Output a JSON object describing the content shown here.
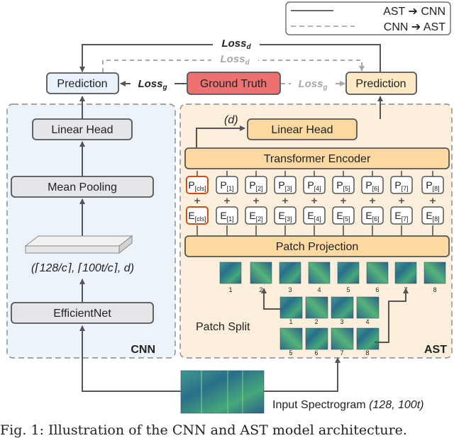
{
  "legend": {
    "ast_to_cnn": "AST ➔ CNN",
    "cnn_to_ast": "CNN ➔ AST"
  },
  "loss": {
    "base": "Loss",
    "sub_d": "d",
    "sub_g": "g"
  },
  "top_cnn": {
    "prediction": "Prediction"
  },
  "top_ast": {
    "prediction": "Prediction"
  },
  "ground_truth": "Ground Truth",
  "cnn": {
    "label": "CNN",
    "linear_head": "Linear Head",
    "mean_pooling": "Mean Pooling",
    "feature_shape": "(⌈128/c⌉, ⌈100t/c⌉, d)",
    "backbone": "EfficientNet"
  },
  "ast": {
    "label": "AST",
    "dim": "(d)",
    "linear_head": "Linear Head",
    "encoder": "Transformer Encoder",
    "patch_projection": "Patch Projection",
    "patch_split": "Patch Split",
    "p_tokens": [
      [
        "P",
        "[cls]"
      ],
      [
        "P",
        "[1]"
      ],
      [
        "P",
        "[2]"
      ],
      [
        "P",
        "[3]"
      ],
      [
        "P",
        "[4]"
      ],
      [
        "P",
        "[5]"
      ],
      [
        "P",
        "[6]"
      ],
      [
        "P",
        "[7]"
      ],
      [
        "P",
        "[8]"
      ]
    ],
    "e_tokens": [
      [
        "E",
        "[cls]"
      ],
      [
        "E",
        "[1]"
      ],
      [
        "E",
        "[2]"
      ],
      [
        "E",
        "[3]"
      ],
      [
        "E",
        "[4]"
      ],
      [
        "E",
        "[5]"
      ],
      [
        "E",
        "[6]"
      ],
      [
        "E",
        "[7]"
      ],
      [
        "E",
        "[8]"
      ]
    ],
    "plus": "+",
    "top_patch_numbers": [
      "1",
      "2",
      "3",
      "4",
      "5",
      "6",
      "7",
      "8"
    ],
    "split_patch_numbers": [
      "1",
      "2",
      "3",
      "4",
      "5",
      "6",
      "7",
      "8"
    ]
  },
  "input": {
    "label": "Input Spectrogram",
    "shape": "(128, 100t)"
  },
  "caption": "Fig. 1: Illustration of the CNN and AST model architecture.",
  "colors": {
    "blue_panel": "#edf3fb",
    "orange_panel": "#fbefdc",
    "orange_box": "#fbd9a0",
    "gray_box": "#e4e6ea",
    "pred_cnn": "#e9f1fb",
    "pred_ast": "#fde9c4",
    "ground_truth": "#ee7070",
    "cls_border": "#c8501e",
    "dashed": "#a8a8a8",
    "line": "#555555"
  }
}
